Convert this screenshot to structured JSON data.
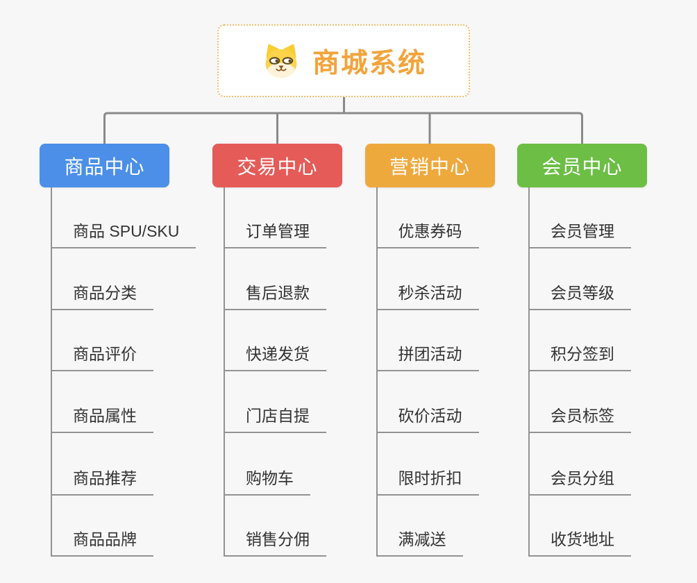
{
  "root": {
    "title": "商城系统",
    "icon": "shiba-dog-icon"
  },
  "branches": [
    {
      "label": "商品中心",
      "color": "#4b8fe8",
      "children": [
        "商品 SPU/SKU",
        "商品分类",
        "商品评价",
        "商品属性",
        "商品推荐",
        "商品品牌"
      ]
    },
    {
      "label": "交易中心",
      "color": "#e55b58",
      "children": [
        "订单管理",
        "售后退款",
        "快递发货",
        "门店自提",
        "购物车",
        "销售分佣"
      ]
    },
    {
      "label": "营销中心",
      "color": "#eea93c",
      "children": [
        "优惠券码",
        "秒杀活动",
        "拼团活动",
        "砍价活动",
        "限时折扣",
        "满减送"
      ]
    },
    {
      "label": "会员中心",
      "color": "#6cbe45",
      "children": [
        "会员管理",
        "会员等级",
        "积分签到",
        "会员标签",
        "会员分组",
        "收货地址"
      ]
    }
  ],
  "colors": {
    "background": "#f7f7f7",
    "root_border": "#f2bd6a",
    "root_title": "#f2a43c",
    "connector": "#8a8a8a",
    "leaf_line": "#929292",
    "leaf_text": "#333333"
  }
}
